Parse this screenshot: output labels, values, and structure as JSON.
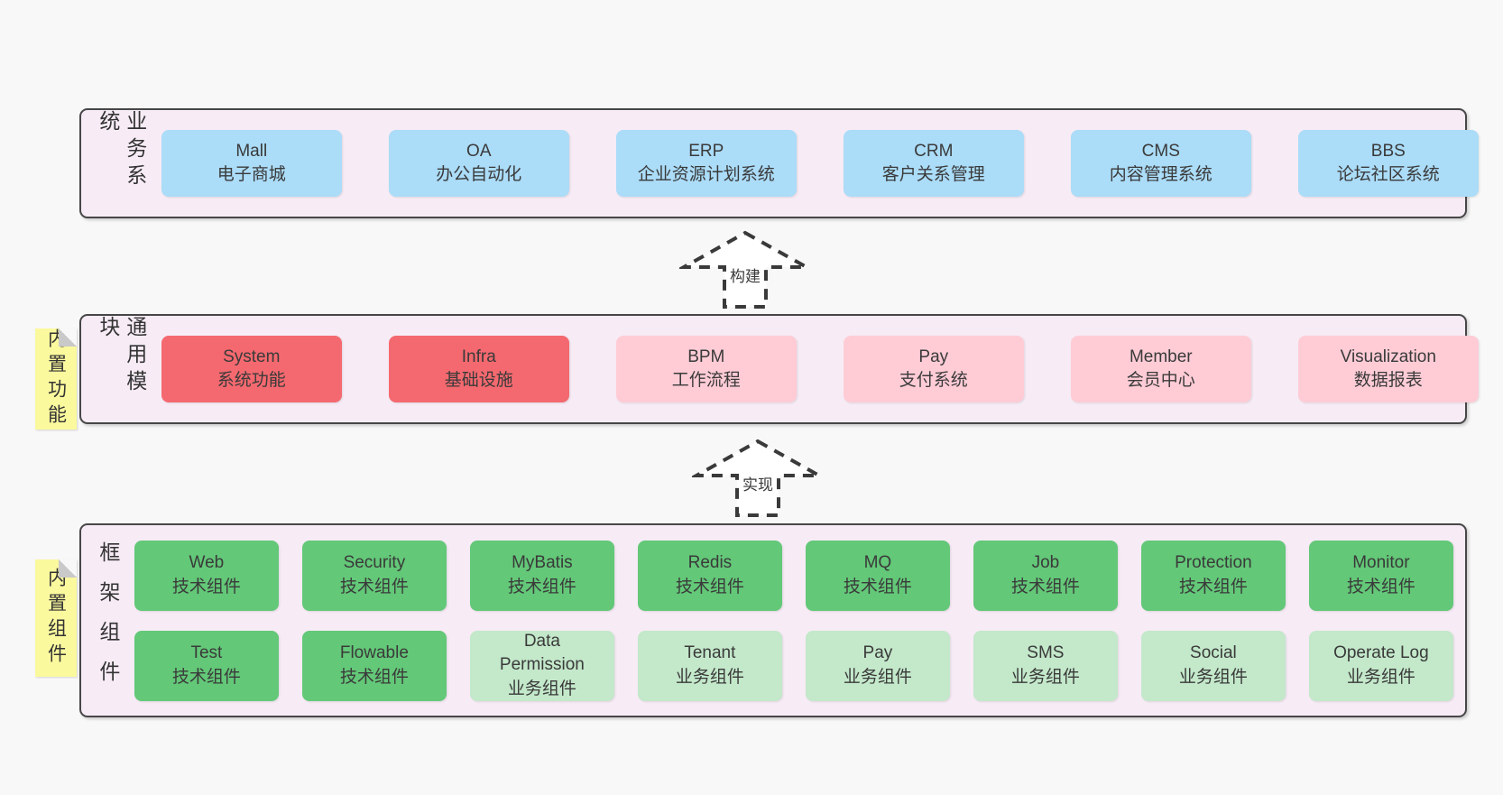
{
  "layers": [
    {
      "name": "business-systems",
      "label": "业务系统",
      "note": null,
      "rows": [
        [
          {
            "title": "Mall",
            "subtitle": "电子商城",
            "variant": "blue"
          },
          {
            "title": "OA",
            "subtitle": "办公自动化",
            "variant": "blue"
          },
          {
            "title": "ERP",
            "subtitle": "企业资源计划系统",
            "variant": "blue"
          },
          {
            "title": "CRM",
            "subtitle": "客户关系管理",
            "variant": "blue"
          },
          {
            "title": "CMS",
            "subtitle": "内容管理系统",
            "variant": "blue"
          },
          {
            "title": "BBS",
            "subtitle": "论坛社区系统",
            "variant": "blue"
          }
        ]
      ]
    },
    {
      "name": "common-modules",
      "label": "通用模块",
      "note": "内置功能",
      "rows": [
        [
          {
            "title": "System",
            "subtitle": "系统功能",
            "variant": "red"
          },
          {
            "title": "Infra",
            "subtitle": "基础设施",
            "variant": "red"
          },
          {
            "title": "BPM",
            "subtitle": "工作流程",
            "variant": "pink"
          },
          {
            "title": "Pay",
            "subtitle": "支付系统",
            "variant": "pink"
          },
          {
            "title": "Member",
            "subtitle": "会员中心",
            "variant": "pink"
          },
          {
            "title": "Visualization",
            "subtitle": "数据报表",
            "variant": "pink"
          }
        ]
      ]
    },
    {
      "name": "framework-components",
      "label": "框架组件",
      "note": "内置组件",
      "rows": [
        [
          {
            "title": "Web",
            "subtitle": "技术组件",
            "variant": "green"
          },
          {
            "title": "Security",
            "subtitle": "技术组件",
            "variant": "green"
          },
          {
            "title": "MyBatis",
            "subtitle": "技术组件",
            "variant": "green"
          },
          {
            "title": "Redis",
            "subtitle": "技术组件",
            "variant": "green"
          },
          {
            "title": "MQ",
            "subtitle": "技术组件",
            "variant": "green"
          },
          {
            "title": "Job",
            "subtitle": "技术组件",
            "variant": "green"
          },
          {
            "title": "Protection",
            "subtitle": "技术组件",
            "variant": "green"
          },
          {
            "title": "Monitor",
            "subtitle": "技术组件",
            "variant": "green"
          }
        ],
        [
          {
            "title": "Test",
            "subtitle": "技术组件",
            "variant": "green"
          },
          {
            "title": "Flowable",
            "subtitle": "技术组件",
            "variant": "green"
          },
          {
            "title": "Data Permission",
            "subtitle": "业务组件",
            "variant": "lightgreen"
          },
          {
            "title": "Tenant",
            "subtitle": "业务组件",
            "variant": "lightgreen"
          },
          {
            "title": "Pay",
            "subtitle": "业务组件",
            "variant": "lightgreen"
          },
          {
            "title": "SMS",
            "subtitle": "业务组件",
            "variant": "lightgreen"
          },
          {
            "title": "Social",
            "subtitle": "业务组件",
            "variant": "lightgreen"
          },
          {
            "title": "Operate Log",
            "subtitle": "业务组件",
            "variant": "lightgreen"
          }
        ]
      ]
    }
  ],
  "arrows": [
    {
      "name": "build",
      "label": "构建"
    },
    {
      "name": "implement",
      "label": "实现"
    }
  ],
  "colors": {
    "page_bg": "#f8f8f8",
    "container_bg": "#f7ecf6",
    "container_border": "#474747",
    "blue": "#abdcf8",
    "red": "#f4696f",
    "pink": "#ffccd6",
    "green": "#63c878",
    "light_green": "#c3e8ca",
    "note_yellow": "#fbf99e",
    "fold_gray": "#c9c9c9",
    "text": "#3a3a3a"
  }
}
